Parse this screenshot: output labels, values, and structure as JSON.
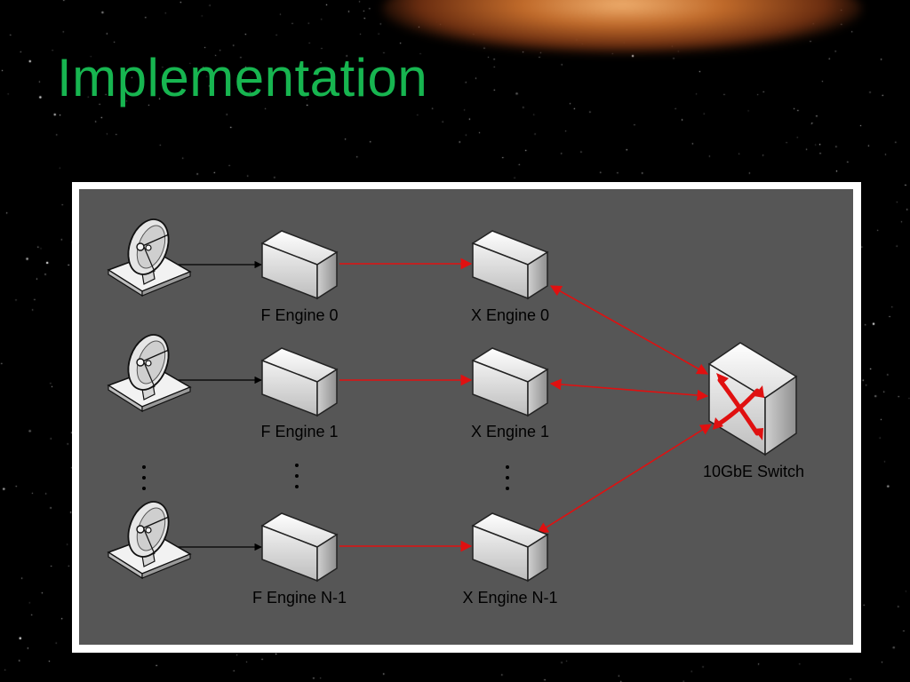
{
  "slide": {
    "title": "Implementation"
  },
  "diagram": {
    "f_engines": [
      "F Engine 0",
      "F Engine 1",
      "F Engine N-1"
    ],
    "x_engines": [
      "X Engine 0",
      "X Engine 1",
      "X Engine N-1"
    ],
    "switch_label": "10GbE Switch",
    "ellipsis": "⋮",
    "colors": {
      "title": "#17b550",
      "link": "#e01010",
      "antenna_link": "#000000",
      "panel": "#565656",
      "frame": "#ffffff"
    }
  }
}
